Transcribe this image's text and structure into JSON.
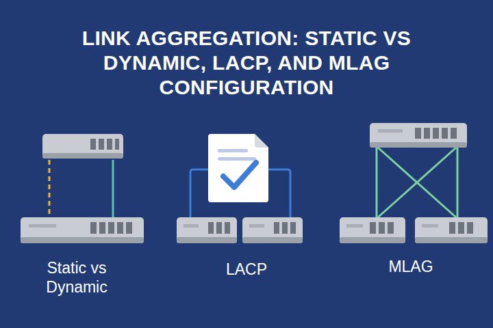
{
  "diagram": {
    "title": "LINK AGGREGATION: STATIC VS DYNAMIC, LACP, AND MLAG CONFIGURATION",
    "labels": [
      "Static vs Dynamic",
      "LACP",
      "MLAG"
    ]
  }
}
